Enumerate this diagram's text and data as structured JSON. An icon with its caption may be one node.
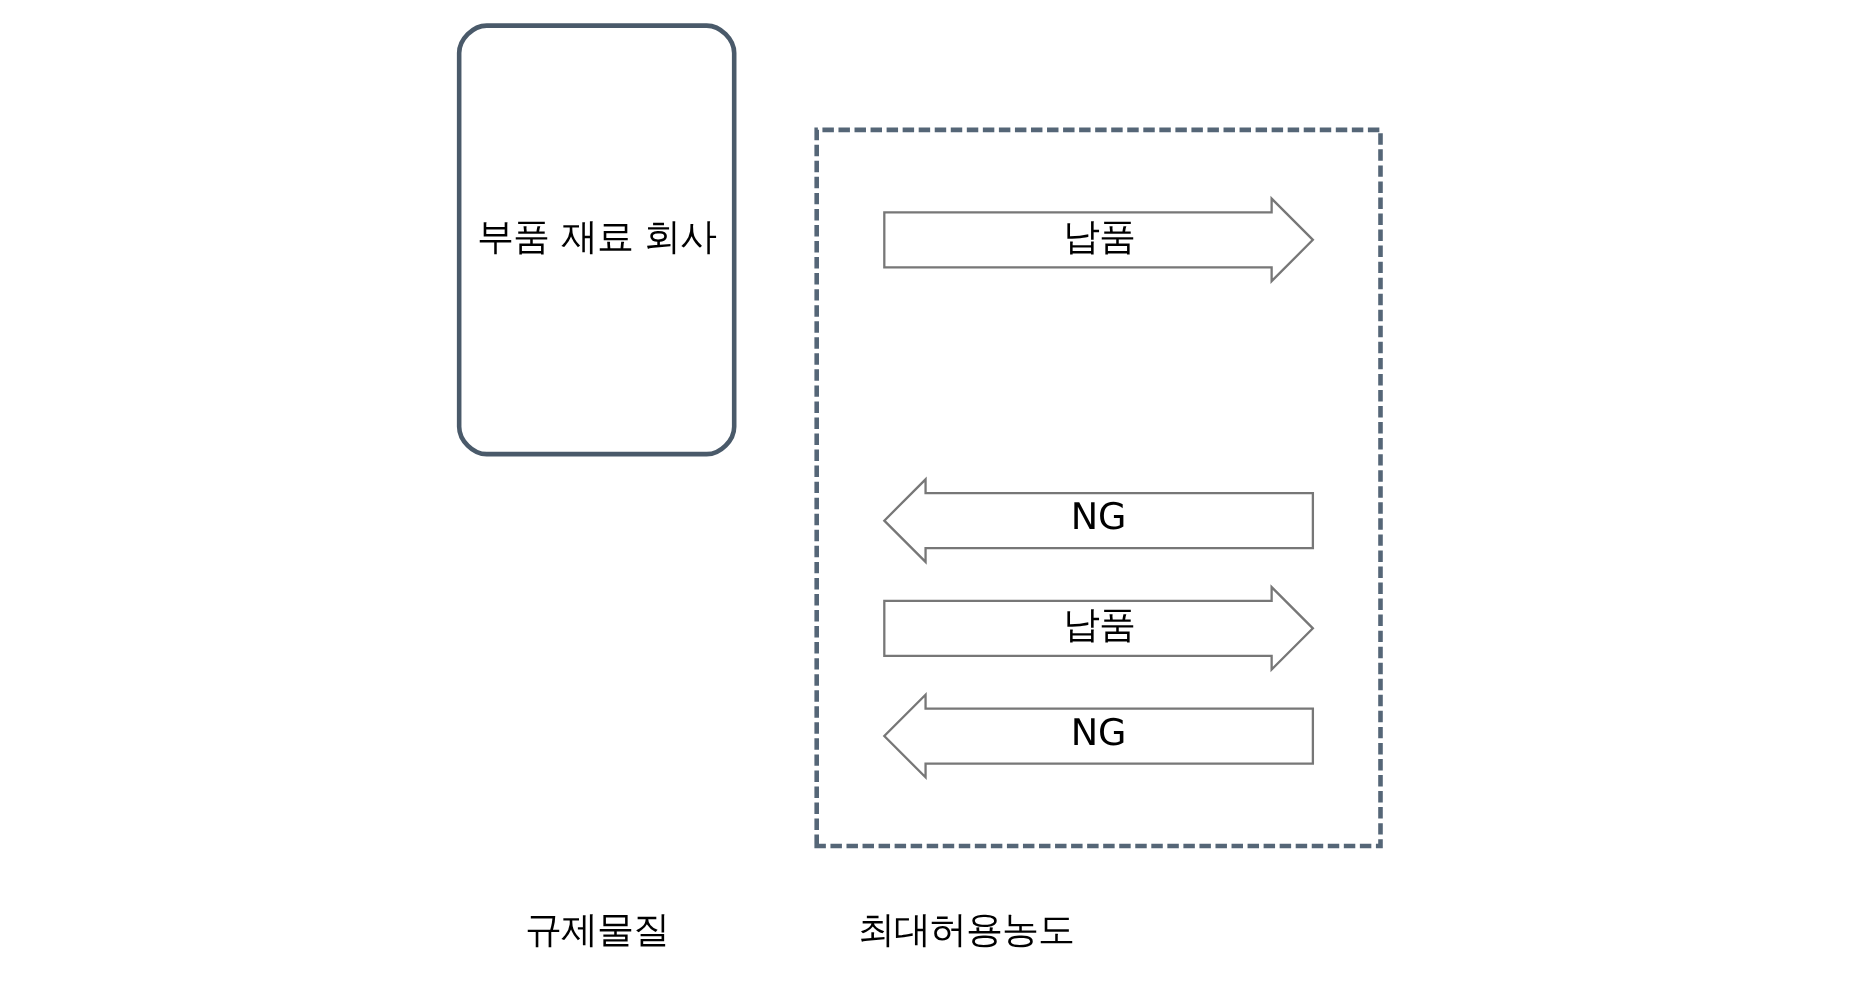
{
  "diagram": {
    "nodes": [
      {
        "text": [
          "부품 재료 회사"
        ]
      },
      {
        "text": [],
        "shape": "box"
      },
      {
        "text": [
          "납품"
        ],
        "in": 1
      },
      {
        "text": [
          "NG"
        ],
        "in": 1
      },
      {
        "text": [
          "납품"
        ],
        "in": 1
      },
      {
        "text": [
          "NG"
        ],
        "in": 1
      }
    ],
    "labels": [
      "규제물질",
      "최대허용농도"
    ]
  }
}
